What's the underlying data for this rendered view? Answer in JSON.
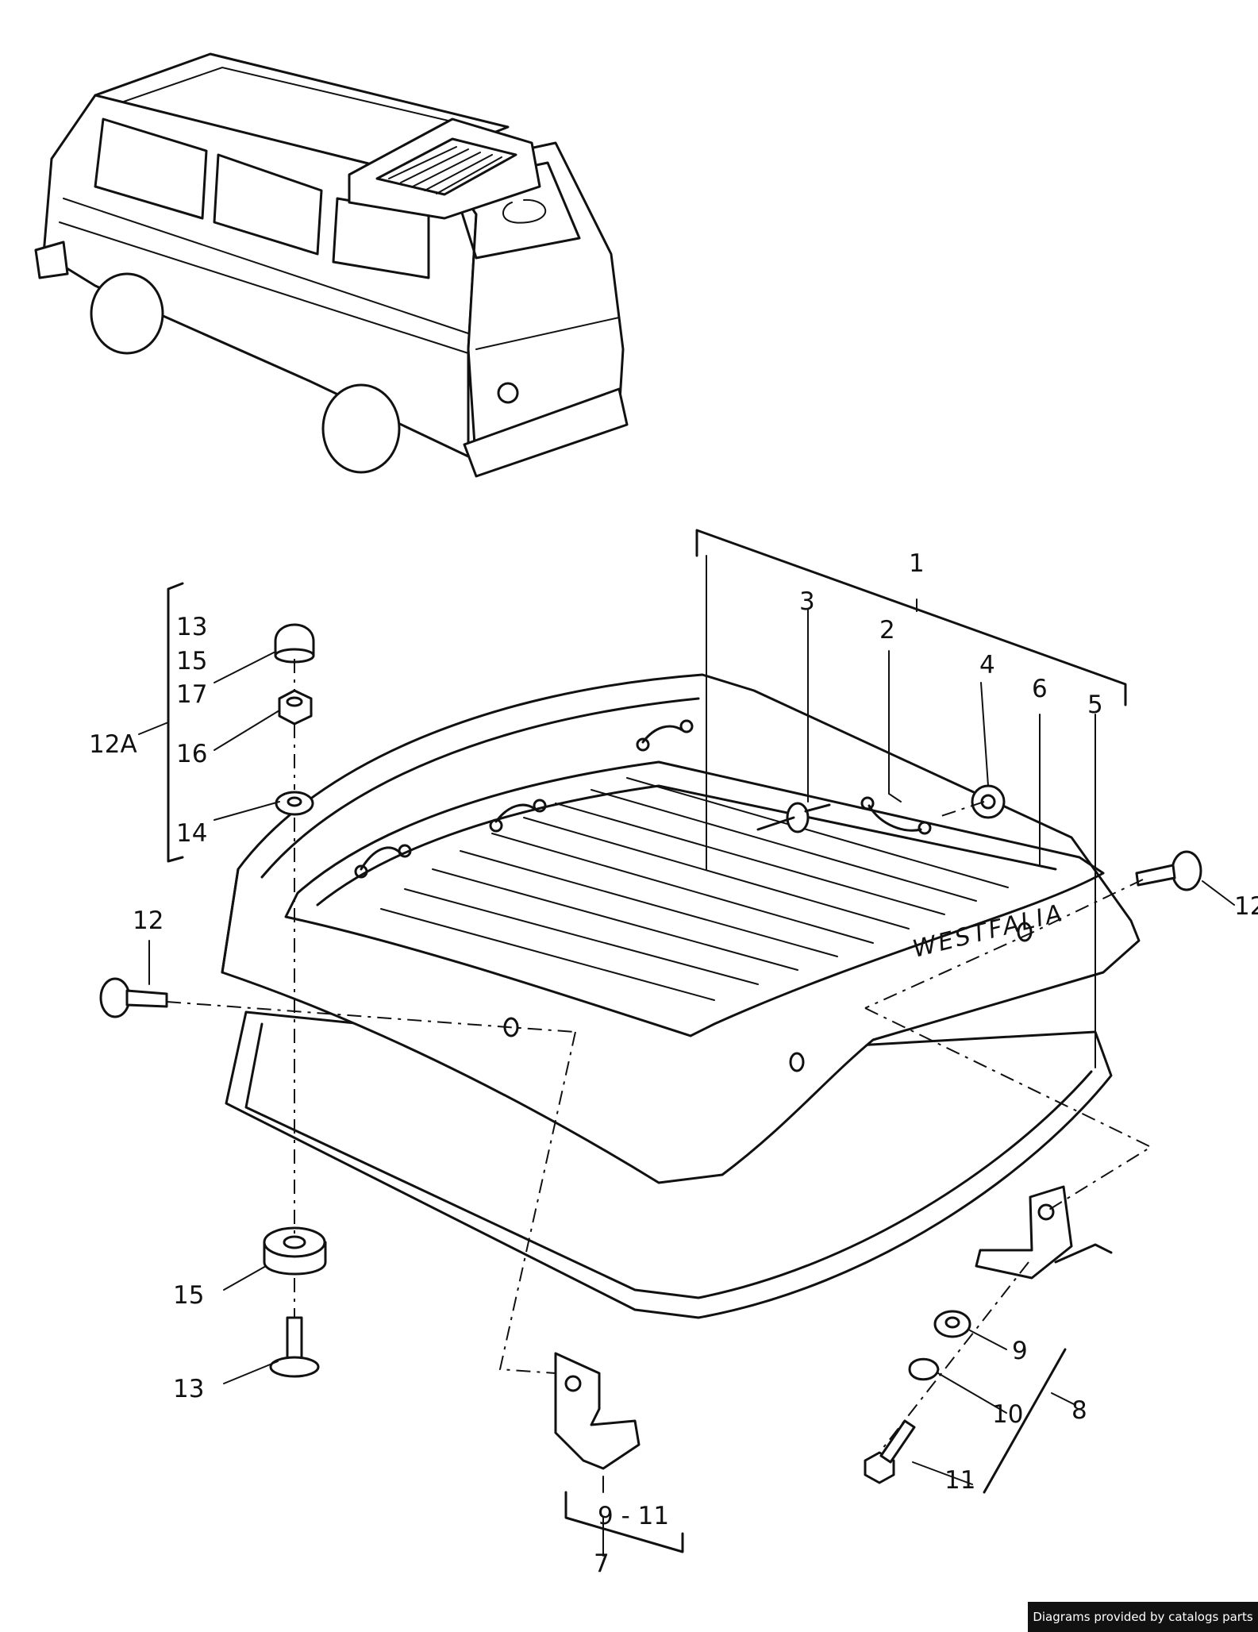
{
  "brand_text": "WESTFALIA",
  "credit": "Diagrams provided by catalogs parts",
  "callouts": {
    "c1": "1",
    "c2": "2",
    "c3": "3",
    "c4": "4",
    "c5": "5",
    "c6": "6",
    "c7": "7",
    "c8": "8",
    "c9": "9",
    "c10": "10",
    "c11": "11",
    "c12_left": "12",
    "c12_right": "12",
    "c12a": "12A",
    "c13_top": "13",
    "c13_bottom": "13",
    "c14": "14",
    "c15_top": "15",
    "c15_bottom": "15",
    "c16": "16",
    "c17": "17",
    "c9_11": "9 - 11"
  }
}
